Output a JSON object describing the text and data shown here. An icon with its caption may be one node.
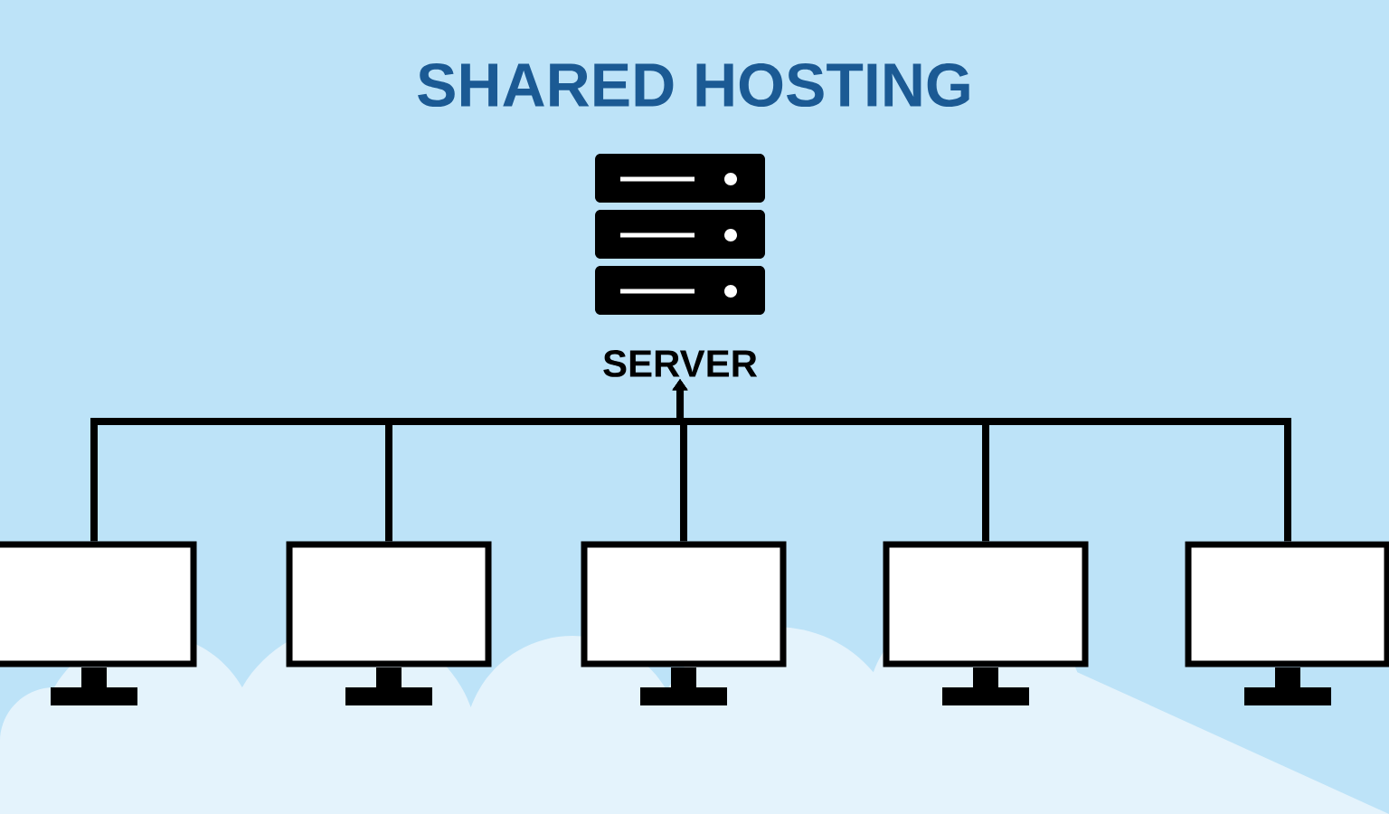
{
  "diagram": {
    "title": "SHARED HOSTING",
    "nodes": [
      {
        "text": [
          "SERVER"
        ]
      },
      {
        "text": [],
        "shape": "box"
      },
      {
        "text": [],
        "shape": "box"
      },
      {
        "text": [],
        "shape": "box"
      },
      {
        "text": [],
        "shape": "box"
      },
      {
        "text": [],
        "shape": "box"
      }
    ],
    "edges": [
      {
        "from": 1,
        "to": 0,
        "arrow": "to"
      },
      {
        "from": 2,
        "to": 0,
        "arrow": "to"
      },
      {
        "from": 3,
        "to": 0,
        "arrow": "to"
      },
      {
        "from": 4,
        "to": 0,
        "arrow": "to"
      },
      {
        "from": 5,
        "to": 0,
        "arrow": "to"
      }
    ]
  }
}
